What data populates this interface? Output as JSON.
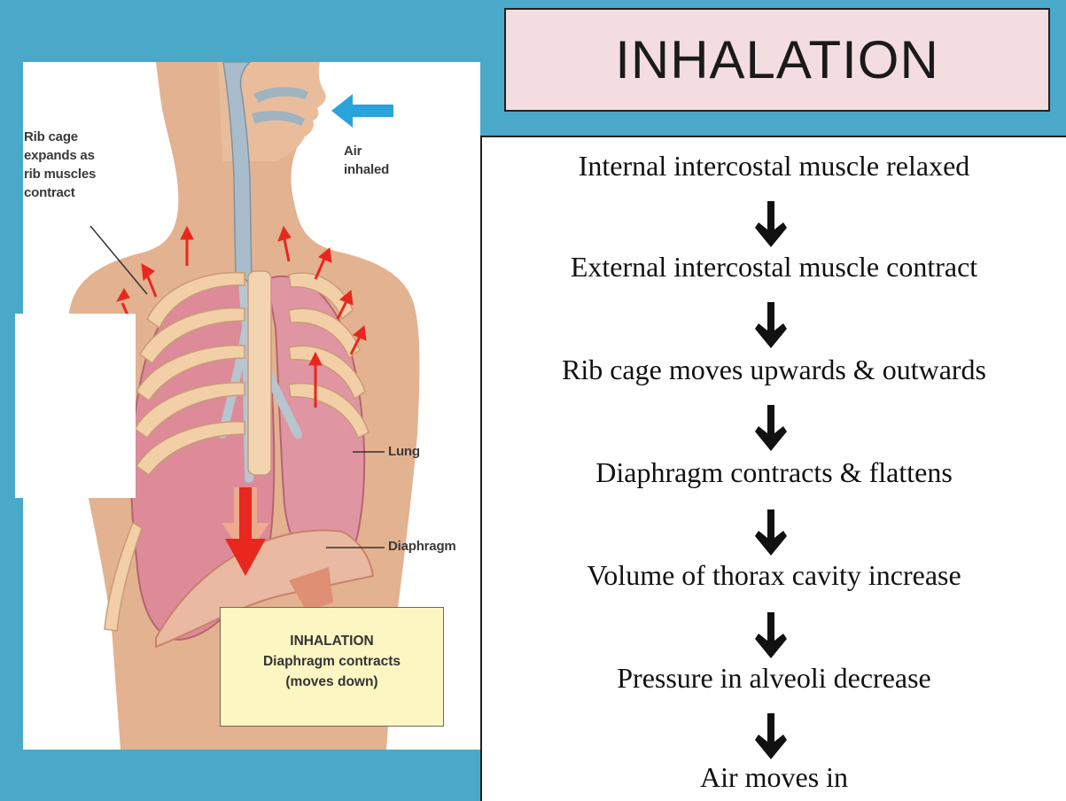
{
  "title": "INHALATION",
  "illustration": {
    "labels": {
      "rib_cage": [
        "Rib cage",
        "expands as",
        "rib muscles",
        "contract"
      ],
      "air": [
        "Air",
        "inhaled"
      ],
      "lung": "Lung",
      "diaphragm": "Diaphragm"
    },
    "caption": [
      "INHALATION",
      "Diaphragm contracts",
      "(moves down)"
    ],
    "colors": {
      "skin": "#e3b290",
      "lung": "#dd8a99",
      "rib": "#f2cfa6",
      "trachea": "#9fb3c1",
      "arrow_red": "#e8281e",
      "arrow_blue": "#2aa3dd"
    }
  },
  "steps": [
    "Internal intercostal muscle relaxed",
    "External intercostal muscle contract",
    "Rib cage moves upwards & outwards",
    "Diaphragm contracts & flattens",
    "Volume of thorax cavity increase",
    "Pressure in alveoli decrease",
    "Air moves in"
  ],
  "arrow_icon": "down-arrow-icon"
}
